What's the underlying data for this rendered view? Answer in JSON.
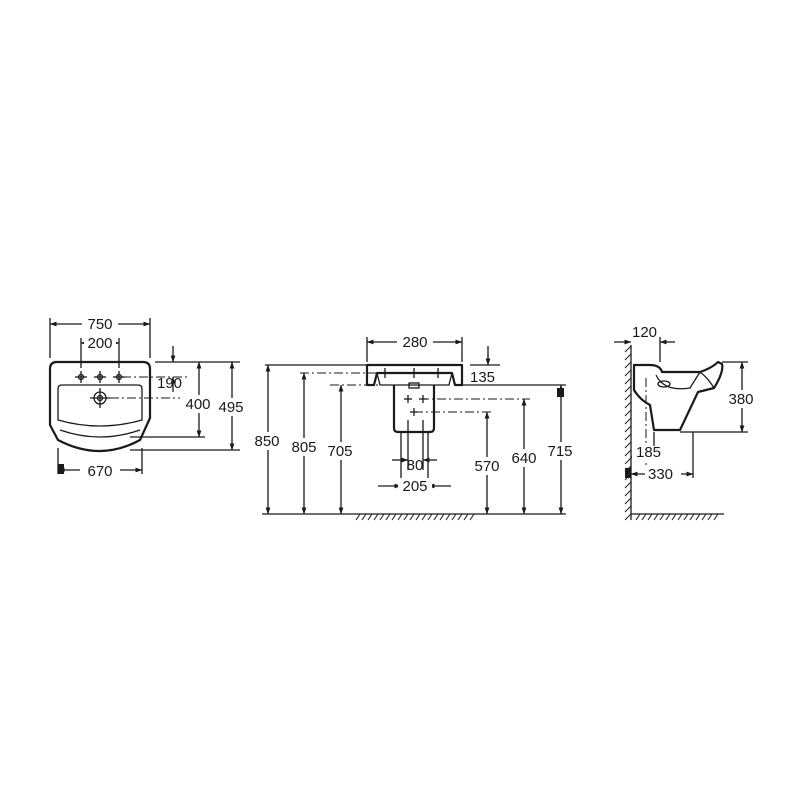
{
  "diagram": {
    "top_view": {
      "width_overall": "750",
      "tap_spacing": "200",
      "dim_190": "190",
      "dim_400": "400",
      "depth_overall": "495",
      "width_bowl": "670"
    },
    "front_view": {
      "basin_top_width": "280",
      "rim_thickness": "135",
      "height_850": "850",
      "height_805": "805",
      "height_705": "705",
      "height_570": "570",
      "height_640": "640",
      "height_715": "715",
      "pedestal_80": "80",
      "pedestal_205": "205"
    },
    "side_view": {
      "wall_offset": "120",
      "basin_height": "380",
      "depth_185": "185",
      "depth_330": "330"
    }
  }
}
